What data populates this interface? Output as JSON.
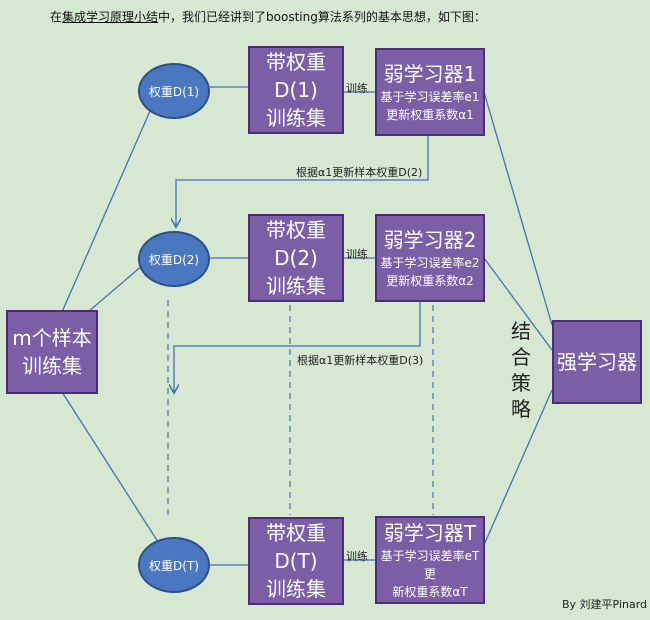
{
  "intro": {
    "prefix": "在",
    "link": "集成学习原理小结",
    "suffix": "中，我们已经讲到了boosting算法系列的基本思想，如下图："
  },
  "samples_box": {
    "line1": "m个样本",
    "line2": "训练集"
  },
  "weights": [
    "权重D(1)",
    "权重D(2)",
    "权重D(T)"
  ],
  "training_sets": [
    {
      "line1": "带权重D(1)",
      "line2": "训练集"
    },
    {
      "line1": "带权重D(2)",
      "line2": "训练集"
    },
    {
      "line1": "带权重D(T)",
      "line2": "训练集"
    }
  ],
  "learners": [
    {
      "title": "弱学习器1",
      "line1": "基于学习误差率e1",
      "line2": "更新权重系数α1"
    },
    {
      "title": "弱学习器2",
      "line1": "基于学习误差率e2",
      "line2": "更新权重系数α2"
    },
    {
      "title": "弱学习器T",
      "line1": "基于学习误差率eT更",
      "line2": "新权重系数αT"
    }
  ],
  "train_labels": [
    "训练",
    "训练",
    "训练"
  ],
  "update_labels": [
    "根据α1更新样本权重D(2)",
    "根据α1更新样本权重D(3)"
  ],
  "combine_strategy": [
    "结",
    "合",
    "策",
    "略"
  ],
  "strong_learner": "强学习器",
  "credit": "By 刘建平Pinard"
}
